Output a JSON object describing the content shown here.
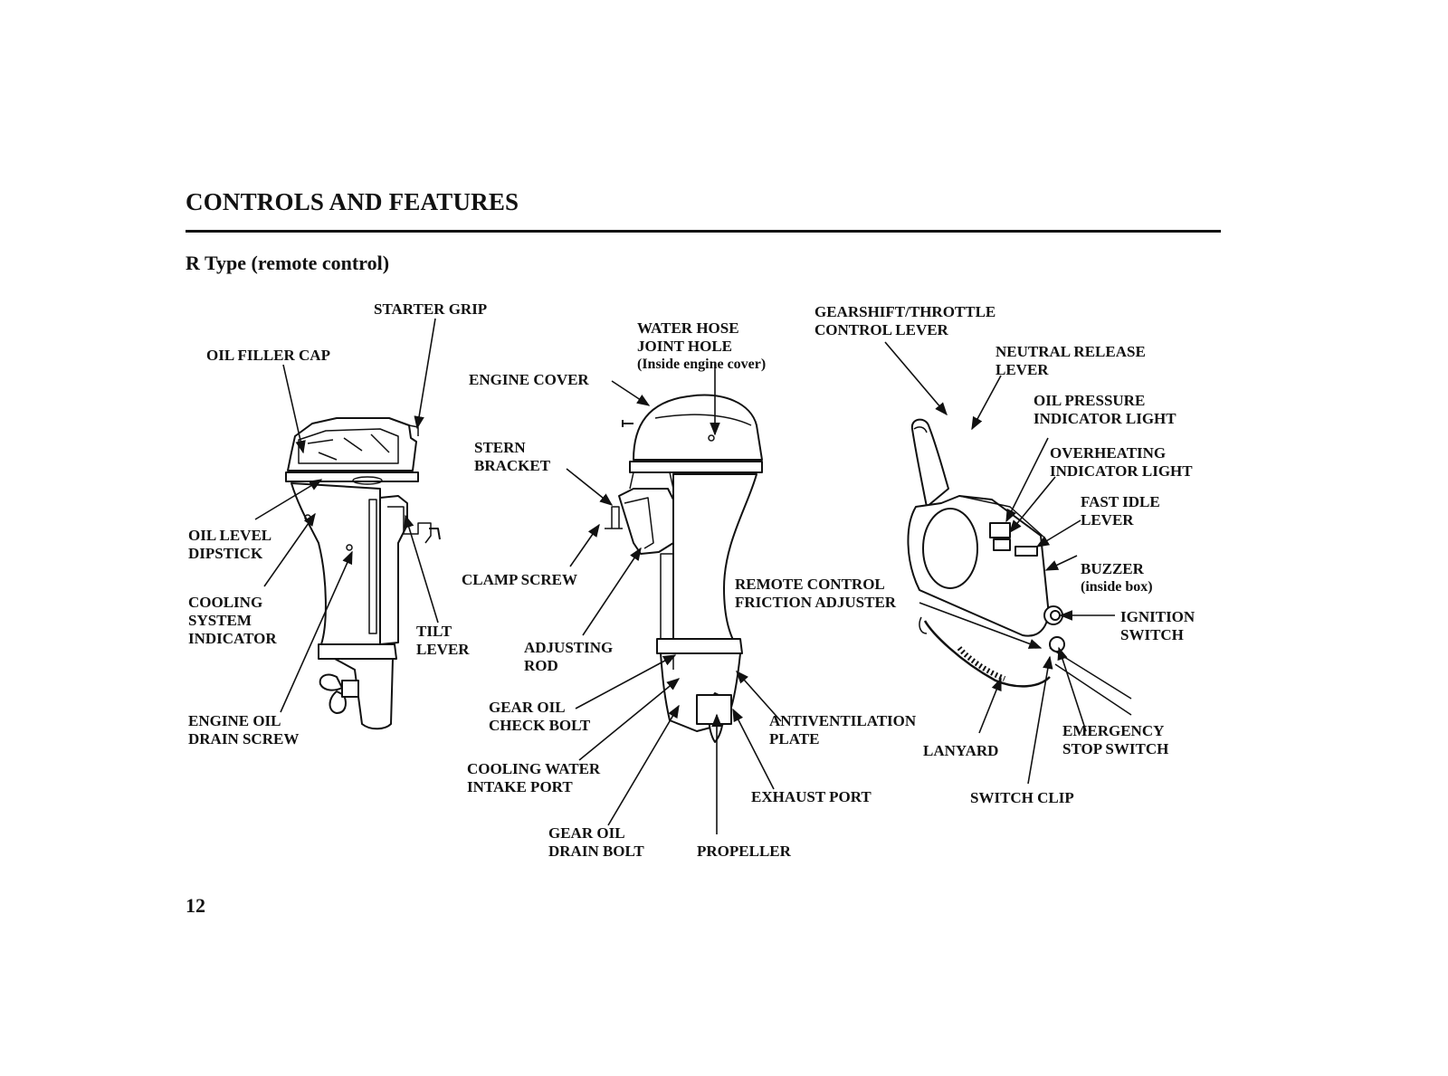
{
  "header": {
    "title": "CONTROLS AND FEATURES",
    "subtitle": "R Type (remote control)"
  },
  "page_number": "12",
  "labels": {
    "starter_grip": "STARTER GRIP",
    "oil_filler_cap": "OIL FILLER CAP",
    "oil_level_dipstick": "OIL LEVEL\nDIPSTICK",
    "cooling_system_indicator": "COOLING\nSYSTEM\nINDICATOR",
    "tilt_lever": "TILT\nLEVER",
    "engine_oil_drain_screw": "ENGINE OIL\nDRAIN SCREW",
    "water_hose_joint_hole": "WATER HOSE\nJOINT HOLE",
    "water_hose_note": "(Inside engine cover)",
    "engine_cover": "ENGINE COVER",
    "stern_bracket": "STERN\nBRACKET",
    "clamp_screw": "CLAMP SCREW",
    "adjusting_rod": "ADJUSTING\nROD",
    "gear_oil_check_bolt": "GEAR OIL\nCHECK BOLT",
    "cooling_water_intake_port": "COOLING WATER\nINTAKE PORT",
    "gear_oil_drain_bolt": "GEAR OIL\nDRAIN BOLT",
    "propeller": "PROPELLER",
    "exhaust_port": "EXHAUST PORT",
    "antiventilation_plate": "ANTIVENTILATION\nPLATE",
    "gearshift_throttle_lever": "GEARSHIFT/THROTTLE\nCONTROL LEVER",
    "neutral_release_lever": "NEUTRAL RELEASE\nLEVER",
    "oil_pressure_indicator_light": "OIL PRESSURE\nINDICATOR LIGHT",
    "overheating_indicator_light": "OVERHEATING\nINDICATOR LIGHT",
    "fast_idle_lever": "FAST IDLE\nLEVER",
    "buzzer": "BUZZER",
    "buzzer_note": "(inside box)",
    "remote_control_friction_adjuster": "REMOTE CONTROL\nFRICTION ADJUSTER",
    "ignition_switch": "IGNITION\nSWITCH",
    "lanyard": "LANYARD",
    "emergency_stop_switch": "EMERGENCY\nSTOP SWITCH",
    "switch_clip": "SWITCH CLIP"
  }
}
